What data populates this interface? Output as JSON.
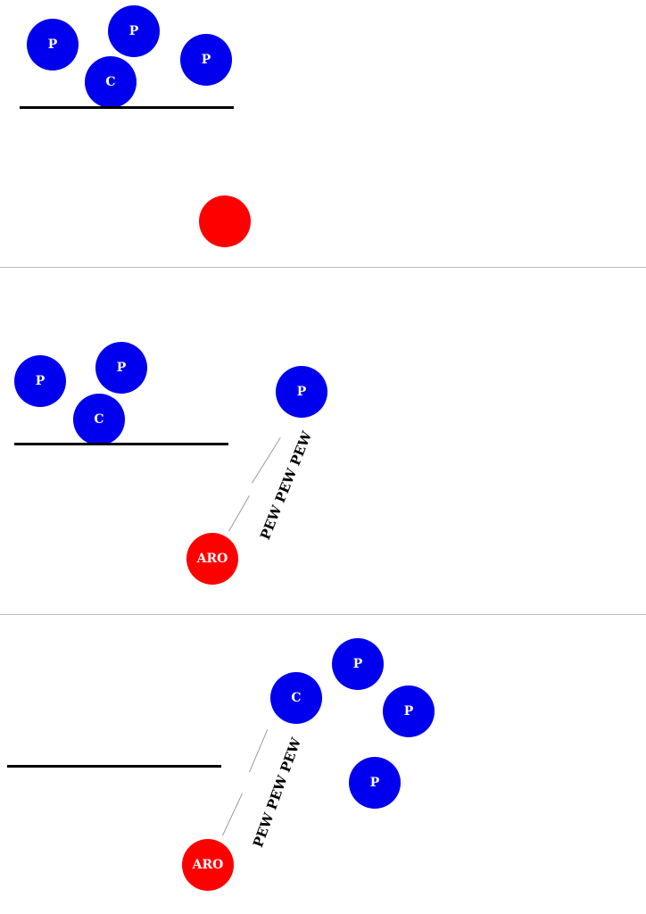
{
  "panels": [
    {
      "cue_ball": "C",
      "protons": [
        "P",
        "P",
        "P"
      ],
      "shooter": ""
    },
    {
      "cue_ball": "C",
      "protons": [
        "P",
        "P",
        "P"
      ],
      "shooter": "ARO",
      "sound_effect": "PEW PEW PEW"
    },
    {
      "cue_ball": "C",
      "protons": [
        "P",
        "P",
        "P"
      ],
      "shooter": "ARO",
      "sound_effect": "PEW PEW PEW"
    }
  ],
  "colors": {
    "ball_blue": "#0000ee",
    "shooter_red": "#ff0000",
    "ground_line": "#000000",
    "separator": "#bdbdbd"
  }
}
